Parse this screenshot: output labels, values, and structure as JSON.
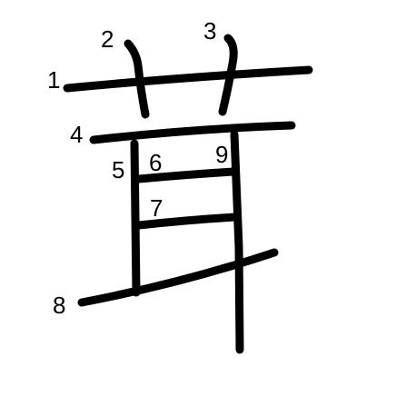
{
  "character": "茸",
  "stroke_color": "#000000",
  "background_color": "#ffffff",
  "strokes": [
    {
      "number": "1"
    },
    {
      "number": "2"
    },
    {
      "number": "3"
    },
    {
      "number": "4"
    },
    {
      "number": "5"
    },
    {
      "number": "6"
    },
    {
      "number": "7"
    },
    {
      "number": "8"
    },
    {
      "number": "9"
    }
  ]
}
